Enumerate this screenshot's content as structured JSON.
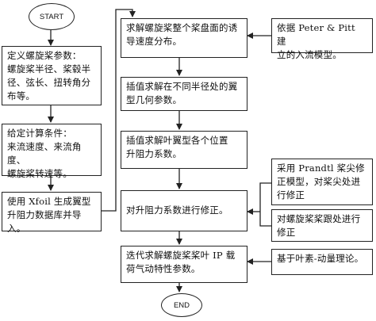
{
  "start": "START",
  "end": "END",
  "left_steps": [
    "定义螺旋桨参数：\n螺旋桨半径、桨毂半\n径、弦长、扭转角分\n布等。",
    "给定计算条件：\n来流速度、来流角度、\n螺旋桨转速等。",
    "使用 Xfoil 生成翼型\n升阻力数据库并导\n入。"
  ],
  "center_steps": [
    "求解螺旋桨整个桨盘面的诱\n导速度分布。",
    "插值求解在不同半径处的翼\n型几何参数。",
    "插值求解叶翼型各个位置\n升阻力系数。",
    "对升阻力系数进行修正。",
    "迭代求解螺旋桨桨叶 IP 载\n荷气动特性参数。"
  ],
  "right_notes": [
    "依据 Peter & Pitt 建\n立的入流模型。",
    "采用 Prandtl 桨尖修\n正模型，对桨尖处进\n行修正",
    "对螺旋桨桨跟处进行\n修正",
    "基于叶素-动量理论。"
  ]
}
